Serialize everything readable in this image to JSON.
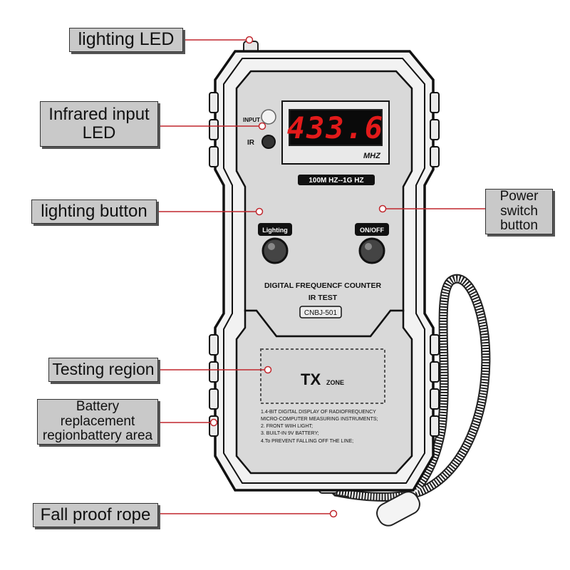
{
  "callouts": {
    "lighting_led": "lighting LED",
    "infrared_led": "Infrared input\nLED",
    "lighting_button": "lighting button",
    "power_switch": "Power switch\nbutton",
    "testing_region": "Testing region",
    "battery": "Battery replacement\nregionbattery area",
    "rope": "Fall proof rope"
  },
  "device": {
    "input_label": "INPUT",
    "ir_label": "IR",
    "display_value": "433.6",
    "display_unit": "MHZ",
    "range_label": "100M HZ--1G HZ",
    "lighting_btn_label": "Lighting",
    "onoff_btn_label": "ON/OFF",
    "title_line1": "DIGITAL FREQUENCF COUNTER",
    "title_line2": "IR TEST",
    "model": "CNBJ-501",
    "tx_label": "TX",
    "tx_zone": "ZONE",
    "features": [
      "1.4-BIT DIGITAL DISPLAY OF RADIOFREQUENCY",
      "MICRO-COMPUTER MEASURING INSTRUMENTS;",
      "2. FRONT WIIH LIGHT;",
      "3. BUILT-IN 9V BATTERY;",
      "4.To PREVENT FALLING OFF THE LINE;"
    ]
  },
  "colors": {
    "leader": "#c0272d",
    "lcd_red": "#e21a1a",
    "body_gray": "#d9d9d9",
    "callout_bg": "#c9c9c9"
  }
}
